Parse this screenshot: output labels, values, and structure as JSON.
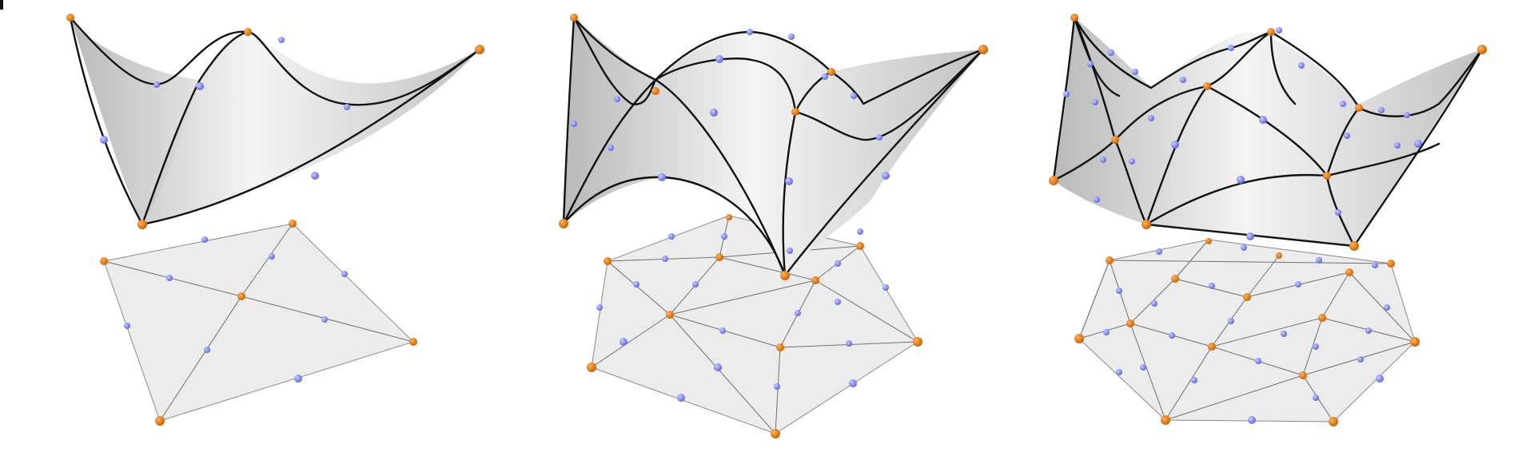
{
  "figure": {
    "panels": [
      {
        "id": "panel-1",
        "title": "",
        "control_points": "orange",
        "mid_points": "blue"
      },
      {
        "id": "panel-2",
        "title": "",
        "control_points": "orange",
        "mid_points": "blue"
      },
      {
        "id": "panel-3",
        "title": "",
        "control_points": "orange",
        "mid_points": "blue"
      }
    ]
  },
  "colors": {
    "background": "#ffffff",
    "surface_light": "#f6f6f6",
    "surface_dark": "#a9a9a9",
    "edge": "#111111",
    "mesh_fill": "#ececec",
    "mesh_edge": "#6f6f6f",
    "vertex_orange": "#e07a10",
    "vertex_blue": "#7f86ff"
  },
  "icons": [
    "orange-vertex-icon",
    "blue-midpoint-icon"
  ]
}
